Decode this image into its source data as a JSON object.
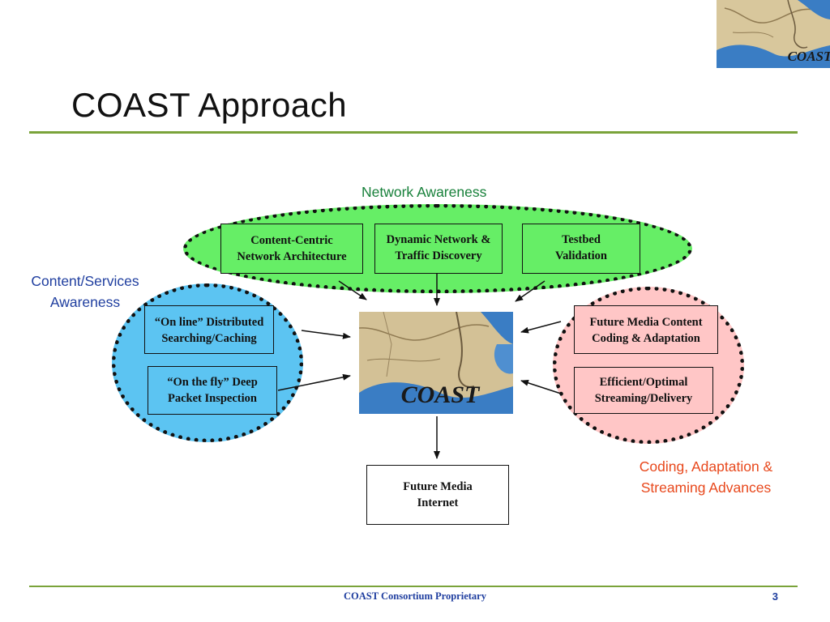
{
  "slide": {
    "title": "COAST Approach",
    "footer": "COAST Consortium Proprietary",
    "page_number": "3"
  },
  "logo": {
    "text": "COAST"
  },
  "groups": {
    "network": {
      "label": "Network Awareness",
      "color": "#66ee66",
      "boxes": [
        {
          "text": "Content-Centric\nNetwork Architecture"
        },
        {
          "text": "Dynamic Network &\nTraffic Discovery"
        },
        {
          "text": "Testbed\nValidation"
        }
      ]
    },
    "content": {
      "label": "Content/Services\nAwareness",
      "color": "#5cc4f2",
      "boxes": [
        {
          "text": "“On line” Distributed\nSearching/Caching"
        },
        {
          "text": "“On the fly” Deep\nPacket Inspection"
        }
      ]
    },
    "coding": {
      "label": "Coding, Adaptation &\nStreaming Advances",
      "color": "#ffc6c6",
      "boxes": [
        {
          "text": "Future Media Content\nCoding & Adaptation"
        },
        {
          "text": "Efficient/Optimal\nStreaming/Delivery"
        }
      ]
    }
  },
  "output": {
    "text": "Future Media\nInternet"
  }
}
